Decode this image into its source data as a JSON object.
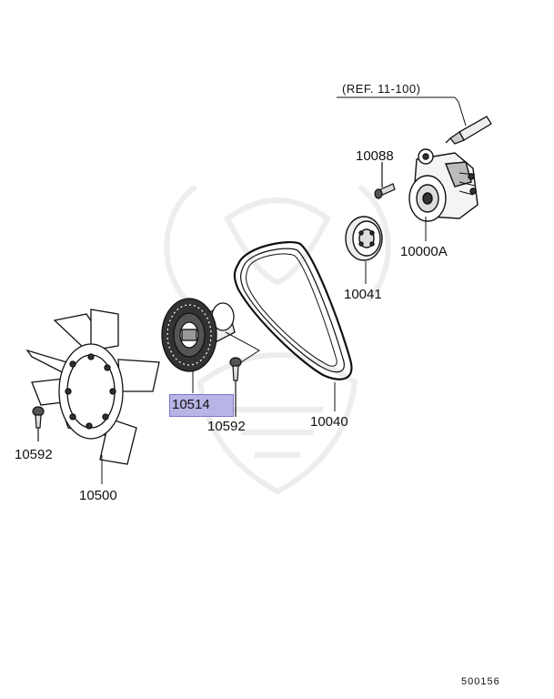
{
  "parts": {
    "ref": "(REF. 11-100)",
    "p10088": "10088",
    "p10000A": "10000A",
    "p10041": "10041",
    "p10514": "10514",
    "p10592_right": "10592",
    "p10040": "10040",
    "p10592_left": "10592",
    "p10500": "10500"
  },
  "highlighted_part": "10514",
  "highlight_color": "#b9b4e6",
  "diagram_id": "500156"
}
